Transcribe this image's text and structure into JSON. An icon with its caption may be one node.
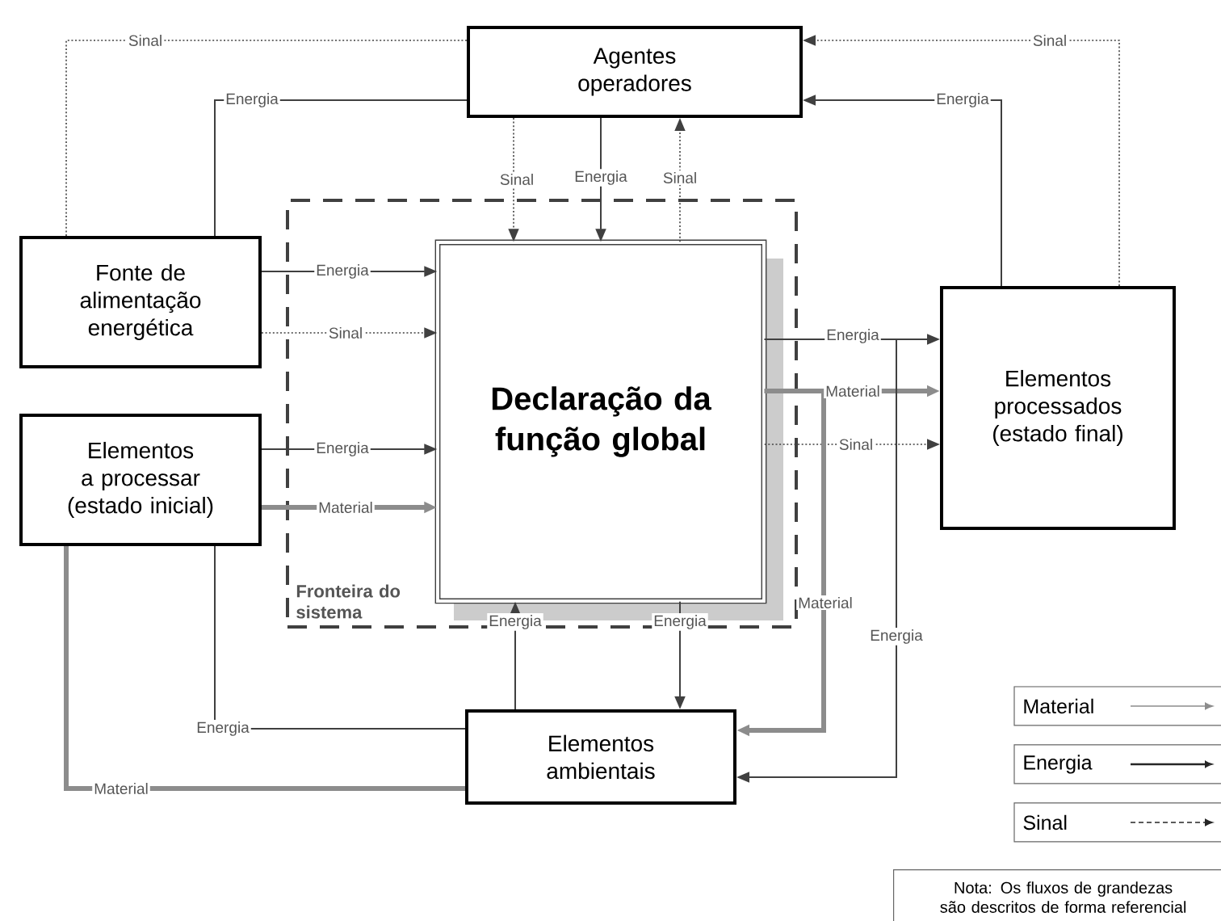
{
  "diagram": {
    "nodes": [
      {
        "text": [
          "Agentes operadores"
        ]
      },
      {
        "text": [
          "Fonte de alimentação energética"
        ]
      },
      {
        "text": [
          "Elementos a processar (estado inicial)"
        ]
      },
      {
        "text": [
          "Fronteira do sistema"
        ]
      },
      {
        "text": [
          "Declaração da função global"
        ],
        "in": 3
      },
      {
        "text": [
          "Elementos processados (estado final)"
        ]
      },
      {
        "text": [
          "Elementos ambientais"
        ]
      }
    ],
    "edges": [
      {
        "from": 1,
        "to": 0,
        "arrow": "none",
        "label": "Sinal",
        "style": "dashed"
      },
      {
        "from": 1,
        "to": 0,
        "arrow": "none",
        "label": "Energia"
      },
      {
        "from": 0,
        "to": 4,
        "arrow": "to",
        "label": "Sinal",
        "style": "dashed"
      },
      {
        "from": 0,
        "to": 4,
        "arrow": "to",
        "label": "Energia"
      },
      {
        "from": 4,
        "to": 0,
        "arrow": "to",
        "label": "Sinal",
        "style": "dashed"
      },
      {
        "from": 5,
        "to": 0,
        "arrow": "to",
        "label": "Sinal",
        "style": "dashed"
      },
      {
        "from": 5,
        "to": 0,
        "arrow": "to",
        "label": "Energia"
      },
      {
        "from": 1,
        "to": 4,
        "arrow": "to",
        "label": "Energia"
      },
      {
        "from": 1,
        "to": 4,
        "arrow": "to",
        "label": "Sinal",
        "style": "dashed"
      },
      {
        "from": 2,
        "to": 4,
        "arrow": "to",
        "label": "Energia"
      },
      {
        "from": 2,
        "to": 4,
        "arrow": "to",
        "label": "Material",
        "style": "thick",
        "color": "#8c8c8c"
      },
      {
        "from": 4,
        "to": 5,
        "arrow": "to",
        "label": "Energia"
      },
      {
        "from": 4,
        "to": 5,
        "arrow": "to",
        "label": "Material",
        "style": "thick",
        "color": "#8c8c8c"
      },
      {
        "from": 4,
        "to": 5,
        "arrow": "to",
        "label": "Sinal",
        "style": "dashed"
      },
      {
        "from": 6,
        "to": 4,
        "arrow": "to",
        "label": "Energia"
      },
      {
        "from": 4,
        "to": 6,
        "arrow": "to",
        "label": "Energia"
      },
      {
        "from": 4,
        "to": 6,
        "arrow": "to",
        "label": "Material",
        "style": "thick",
        "color": "#8c8c8c"
      },
      {
        "from": 4,
        "to": 6,
        "arrow": "to",
        "label": "Energia"
      },
      {
        "from": 2,
        "to": 6,
        "arrow": "none",
        "label": "Energia"
      },
      {
        "from": 2,
        "to": 6,
        "arrow": "none",
        "label": "Material",
        "style": "thick",
        "color": "#8c8c8c"
      }
    ],
    "labels": [
      "Nota: Os fluxos de grandezas são descritos de forma referencial"
    ],
    "legend": [
      {
        "text": "Material"
      },
      {
        "text": "Energia"
      },
      {
        "text": "Sinal"
      }
    ]
  }
}
